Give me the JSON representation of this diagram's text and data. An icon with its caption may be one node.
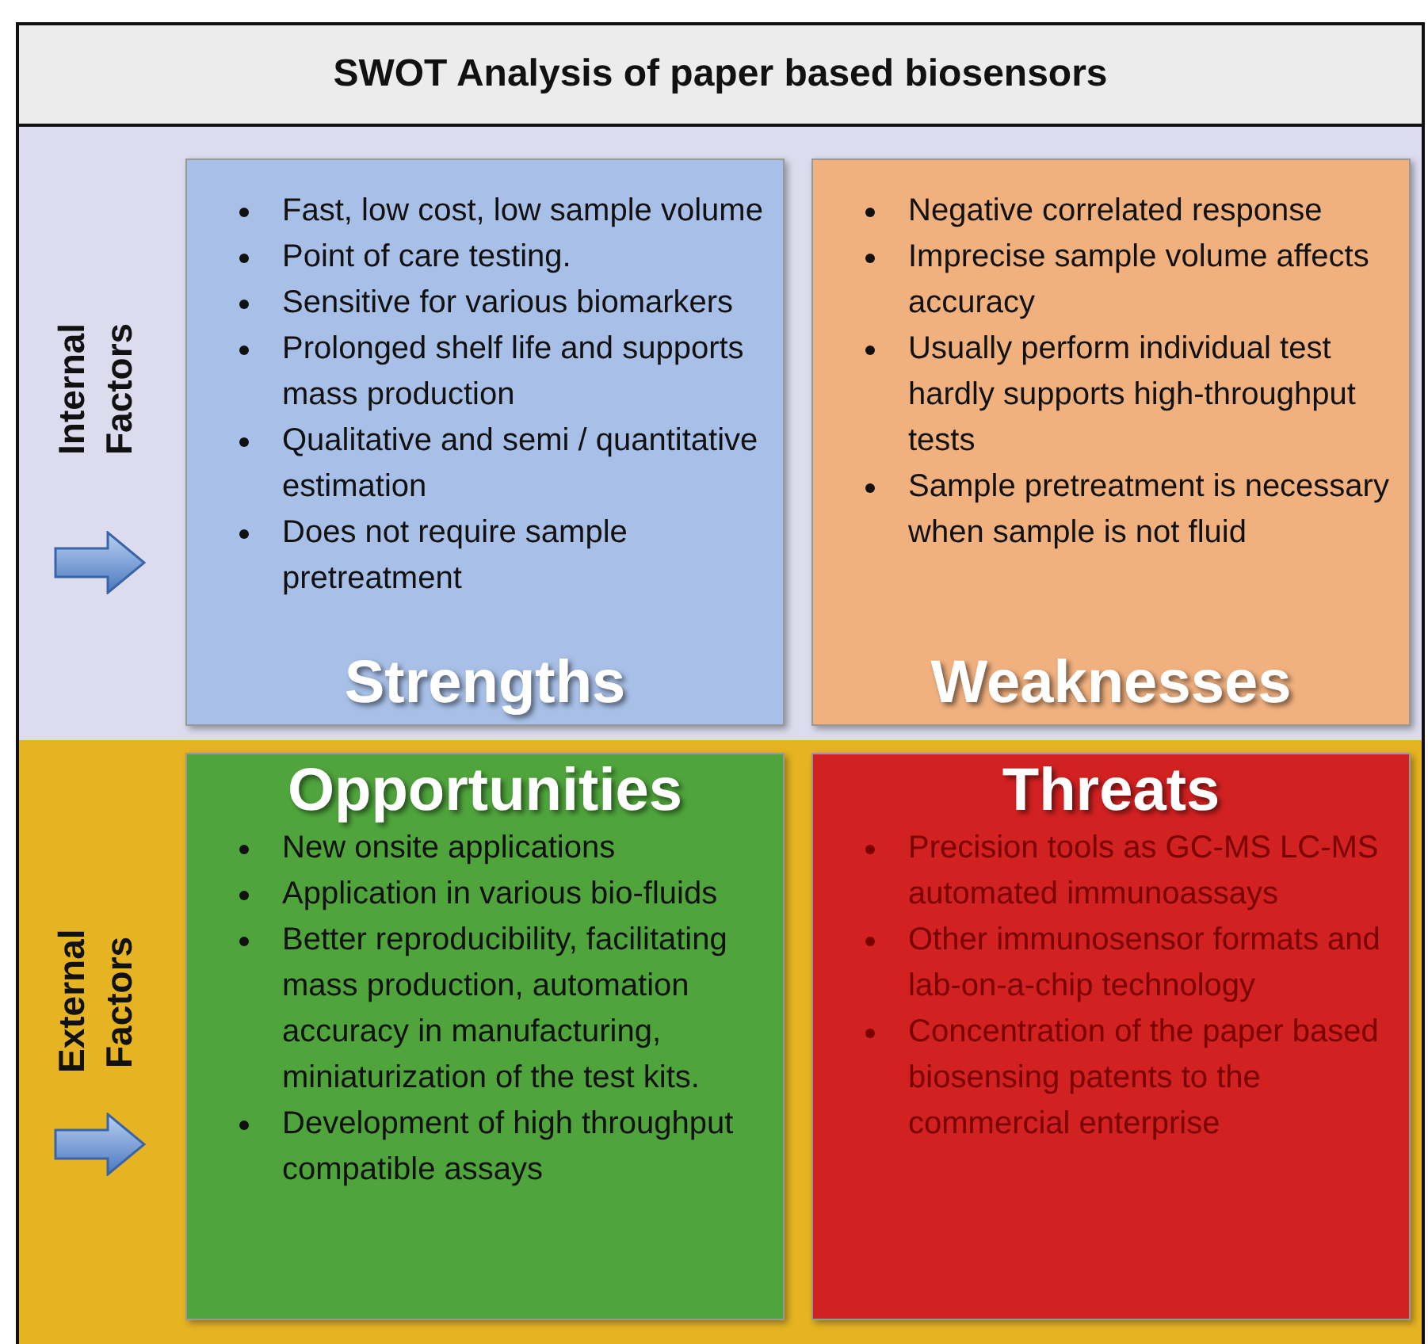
{
  "diagram": {
    "title": "SWOT Analysis of paper based biosensors",
    "nodes": [
      {
        "text": [
          "Internal Factors"
        ]
      },
      {
        "text": [
          "Fast, low cost, low sample volume",
          "Point of care testing.",
          "Sensitive for various biomarkers",
          "Prolonged shelf life and supports mass production",
          "Qualitative and semi / quantitative estimation",
          "Does not require sample pretreatment",
          "Strengths"
        ],
        "in": 0
      },
      {
        "text": [
          "Negative correlated response",
          "Imprecise sample volume affects accuracy",
          "Usually perform individual test hardly supports high-throughput tests",
          "Sample pretreatment is necessary when sample is not fluid",
          "Weaknesses"
        ],
        "in": 0
      },
      {
        "text": [
          "External Factors"
        ]
      },
      {
        "text": [
          "Opportunities",
          "New onsite applications",
          "Application in various bio-fluids",
          "Better reproducibility, facilitating mass production, automation accuracy in manufacturing, miniaturization of the test kits.",
          "Development of high throughput compatible assays"
        ],
        "in": 3
      },
      {
        "text": [
          "Threats",
          "Precision tools as GC-MS LC-MS automated immunoassays",
          "Other immunosensor formats and  lab-on-a-chip technology",
          "Concentration of the paper based biosensing  patents to the commercial enterprise"
        ],
        "in": 3
      }
    ]
  }
}
